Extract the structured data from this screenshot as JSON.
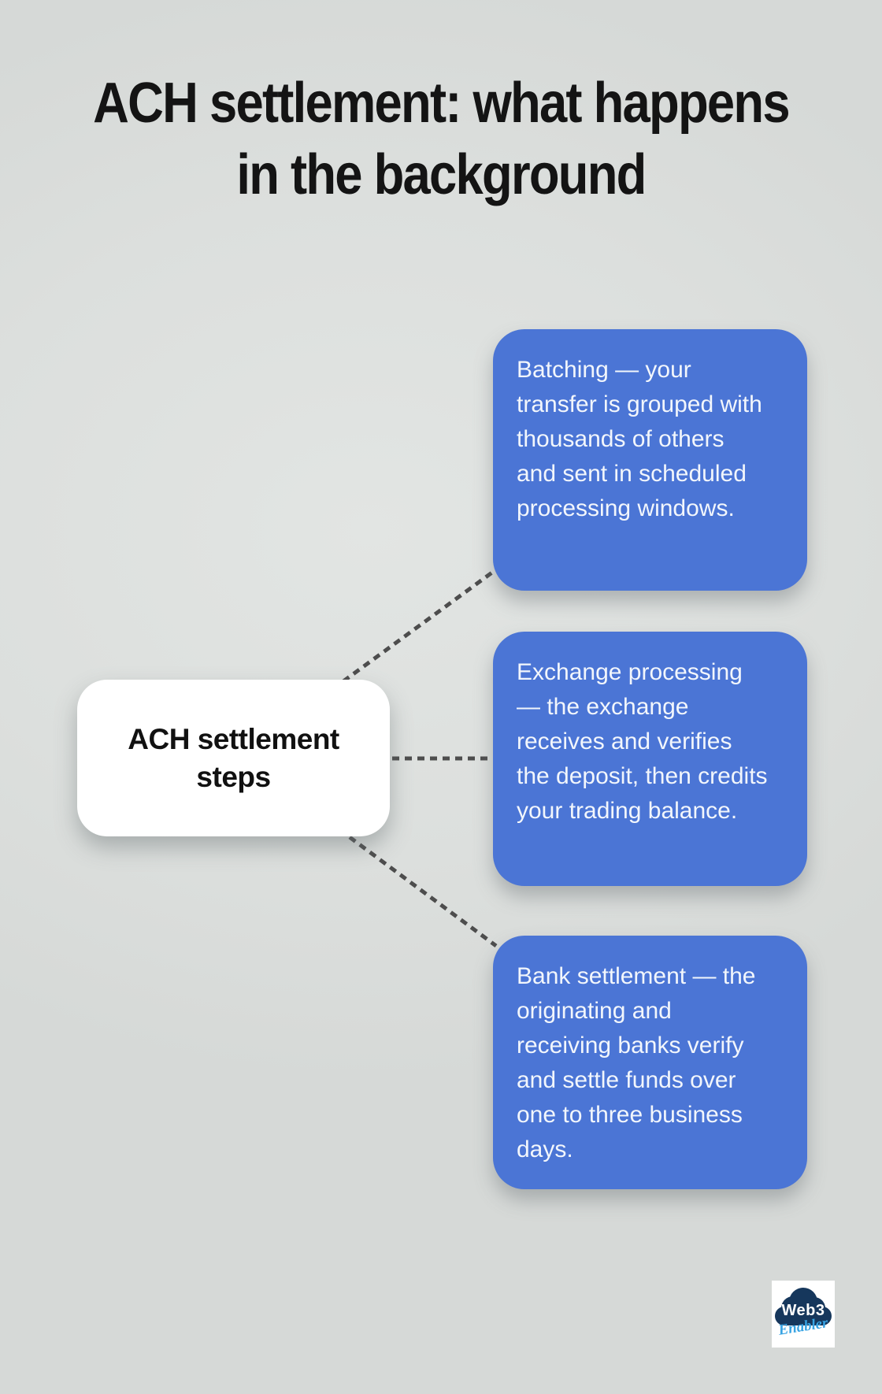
{
  "page": {
    "title": {
      "line1": "ACH settlement: what happens",
      "line2": "in the background"
    },
    "background_color": "#dcdfdd"
  },
  "diagram": {
    "center_node": {
      "label": "ACH settlement steps"
    },
    "steps": [
      {
        "text": "Batching — your transfer is grouped with thousands of others and sent in scheduled processing windows."
      },
      {
        "text": "Exchange processing — the exchange receives and verifies the deposit, then credits your trading balance."
      },
      {
        "text": "Bank settlement — the originating and receiving banks verify and settle funds over one to three business days."
      }
    ],
    "colors": {
      "step_background": "#4b75d5",
      "step_text": "#f2f6fc",
      "center_background": "#ffffff",
      "center_text": "#111111",
      "connector": "#4d4d4d"
    }
  },
  "logo": {
    "wordmark": "Web3",
    "tagline": "Enabler",
    "cloud_color": "#16375c",
    "tagline_color": "#37a3e3"
  }
}
